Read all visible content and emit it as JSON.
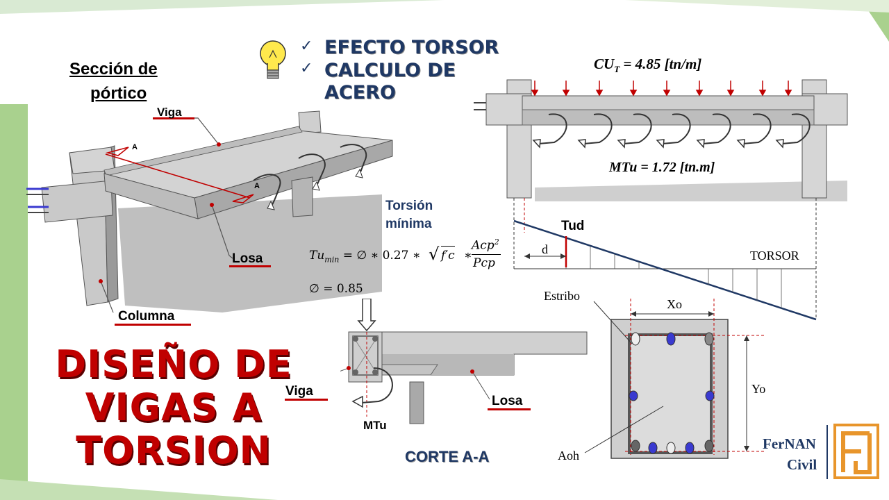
{
  "header": {
    "section_title_line1": "Sección de",
    "section_title_line2": "pórtico",
    "checklist": [
      "EFECTO TORSOR",
      "CALCULO DE",
      "ACERO"
    ]
  },
  "frame3d": {
    "labels": {
      "viga": "Viga",
      "losa": "Losa",
      "columna": "Columna",
      "cut_a1": "A",
      "cut_a2": "A"
    }
  },
  "title": {
    "line1": "DISEÑO DE",
    "line2": "VIGAS A",
    "line3": "TORSION"
  },
  "elevation": {
    "load_label": "CU",
    "load_sub": "T",
    "load_value": " = 4.85 [tn/m]",
    "moment_label": "MTu = 1.72 [tn.m]"
  },
  "torsion_diagram": {
    "tud_label": "Tud",
    "d_label": "d",
    "torsor_label": "TORSOR"
  },
  "torsion_min": {
    "heading_line1": "Torsión",
    "heading_line2": "mínima",
    "formula_lhs": "Tu",
    "formula_sub": "min",
    "formula_mid": " = ∅ ∗ 0.27 ∗ ",
    "formula_sqrt": "f′c",
    "formula_star": " ∗ ",
    "formula_num": "Acp",
    "formula_sup": "2",
    "formula_den": "Pcp",
    "phi": "∅ = 0.85"
  },
  "section": {
    "viga": "Viga",
    "losa": "Losa",
    "mtu": "MTu",
    "corte": "CORTE A-A"
  },
  "stirrup": {
    "estribo": "Estribo",
    "xo": "Xo",
    "yo": "Yo",
    "aoh": "Aoh"
  },
  "brand": {
    "line1": "FerNAN",
    "line2": "Civil"
  },
  "colors": {
    "title_red": "#c00000",
    "navy": "#1f3864",
    "accent_green": "#a9d18e",
    "load_red": "#c00000",
    "bar_blue": "#3a3ad0"
  }
}
